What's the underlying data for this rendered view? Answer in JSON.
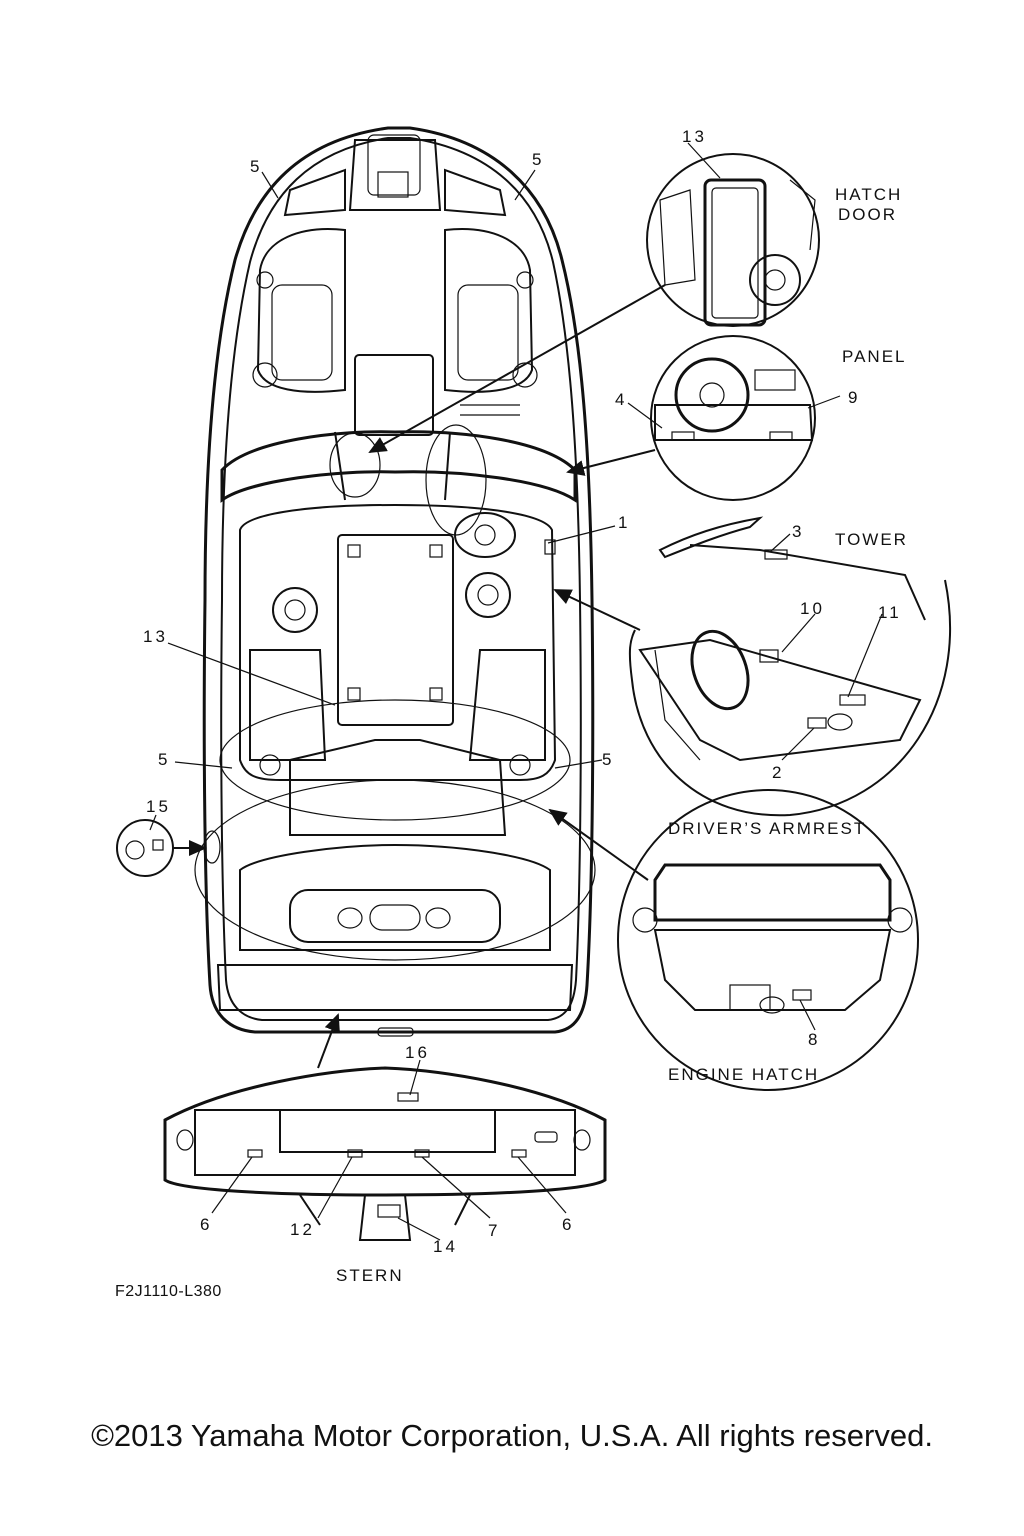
{
  "callouts": {
    "c1": "1",
    "c2": "2",
    "c3": "3",
    "c4": "4",
    "c5a": "5",
    "c5b": "5",
    "c5c": "5",
    "c5d": "5",
    "c6a": "6",
    "c6b": "6",
    "c7": "7",
    "c8": "8",
    "c9": "9",
    "c10": "10",
    "c11": "11",
    "c12": "12",
    "c13a": "13",
    "c13b": "13",
    "c14": "14",
    "c15": "15",
    "c16": "16"
  },
  "views": {
    "hatch_door_line1": "HATCH",
    "hatch_door_line2": "DOOR",
    "panel": "PANEL",
    "tower": "TOWER",
    "drivers_armrest": "DRIVER’S ARMREST",
    "engine_hatch": "ENGINE HATCH",
    "stern": "STERN"
  },
  "figure_id": "F2J1110-L380",
  "copyright": "©2013 Yamaha Motor Corporation, U.S.A. All rights reserved."
}
